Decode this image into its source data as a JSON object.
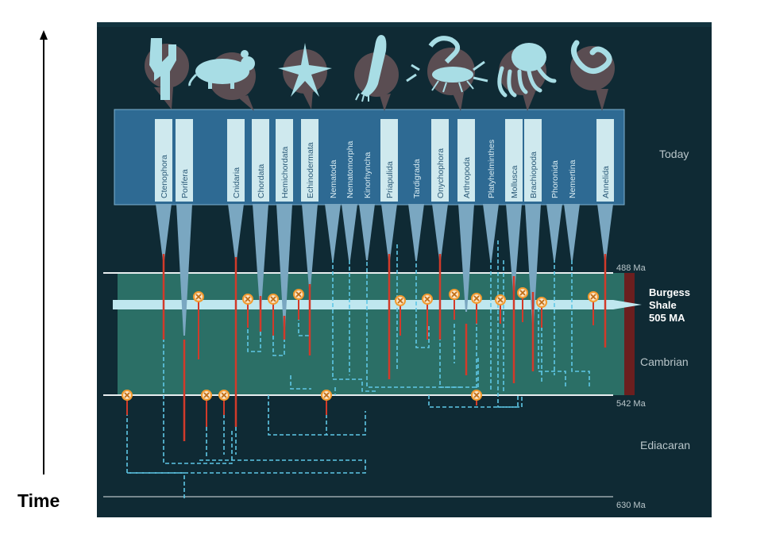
{
  "axis": {
    "label": "Time"
  },
  "periods": {
    "today": "Today",
    "cambrian": "Cambrian",
    "ediacaran": "Ediacaran"
  },
  "time_marks": [
    "488 Ma",
    "542 Ma",
    "630 Ma"
  ],
  "burgess": {
    "line1": "Burgess",
    "line2": "Shale",
    "line3": "505 MA"
  },
  "phyla": [
    "Ctenophora",
    "Porifera",
    "Cnidaria",
    "Chordata",
    "Hemichordata",
    "Echinodermata",
    "Nematoda",
    "Nematomorpha",
    "Kinorhyncha",
    "Priapulida",
    "Tardigrada",
    "Onychophora",
    "Arthropoda",
    "Platyhelminthes",
    "Mollusca",
    "Brachiopoda",
    "Phoronida",
    "Nemertina",
    "Annelida"
  ],
  "highlighted_phyla": [
    "Ctenophora",
    "Porifera",
    "Cnidaria",
    "Chordata",
    "Hemichordata",
    "Echinodermata",
    "Priapulida",
    "Onychophora",
    "Arthropoda",
    "Mollusca",
    "Brachiopoda",
    "Annelida"
  ],
  "icons": [
    "sponge-icon",
    "mouse-icon",
    "starfish-icon",
    "priapulid-worm-icon",
    "scorpion-icon",
    "octopus-icon",
    "earthworm-icon"
  ],
  "colors": {
    "background": "#0f2a34",
    "cambrian_band": "#2b6f66",
    "banner": "#2e6a93",
    "label_box": "#cfe9ee",
    "fossil_record": "#d23a2a",
    "ghost_lineage": "#5fc7e6",
    "fossil_marker": "#f29a2e"
  }
}
